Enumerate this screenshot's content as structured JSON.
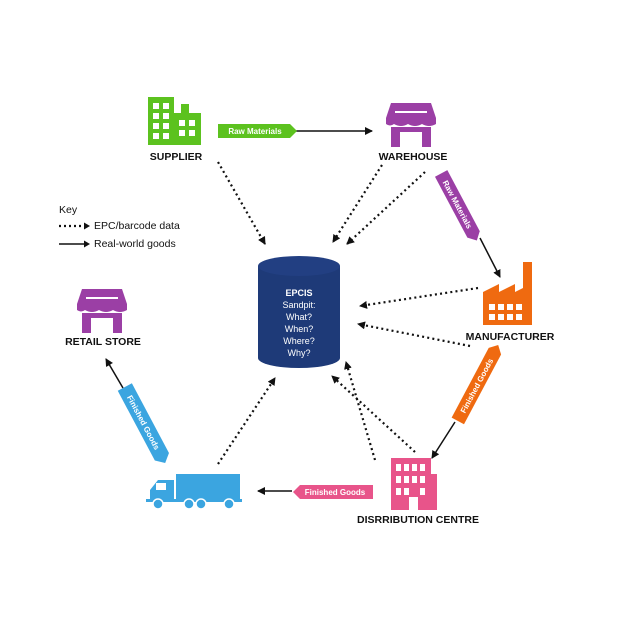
{
  "key": {
    "title": "Key",
    "dotted_label": "EPC/barcode data",
    "solid_label": "Real-world goods"
  },
  "database": {
    "lines": [
      "EPCIS",
      "Sandpit:",
      "What?",
      "When?",
      "Where?",
      "Why?"
    ],
    "color": "#1e3a78"
  },
  "nodes": {
    "supplier": {
      "label": "SUPPLIER",
      "icon": "buildings-icon",
      "color": "#5cc21f"
    },
    "warehouse": {
      "label": "WAREHOUSE",
      "icon": "storefront-icon",
      "color": "#9b3fa5"
    },
    "manufacturer": {
      "label": "MANUFACTURER",
      "icon": "factory-icon",
      "color": "#ef6a10"
    },
    "distribution": {
      "label": "DISRRIBUTION CENTRE",
      "icon": "office-building-icon",
      "color": "#e8548a"
    },
    "truck": {
      "label": "",
      "icon": "truck-icon",
      "color": "#3ba5e0"
    },
    "retail": {
      "label": "RETAIL STORE",
      "icon": "storefront-icon",
      "color": "#9b3fa5"
    }
  },
  "tags": {
    "supplier_to_warehouse": {
      "text": "Raw Materials",
      "color": "#5cc21f"
    },
    "warehouse_to_manufacturer": {
      "text": "Raw Materials",
      "color": "#9b3fa5"
    },
    "manufacturer_to_distribution": {
      "text": "Finished Goods",
      "color": "#ef6a10"
    },
    "distribution_to_truck": {
      "text": "Finished Goods",
      "color": "#e8548a"
    },
    "truck_to_retail": {
      "text": "Finished Goods",
      "color": "#3ba5e0"
    }
  }
}
